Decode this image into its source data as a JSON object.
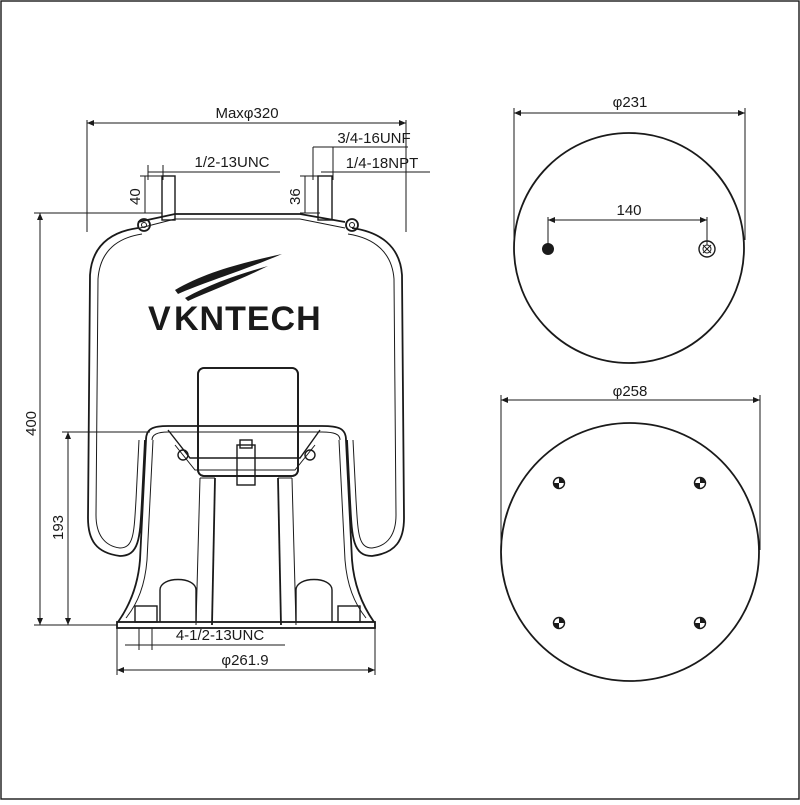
{
  "brand": {
    "logo_text": "KNTECH",
    "logo_initial": "V"
  },
  "side_view": {
    "max_width_label": "Maxφ320",
    "thread_left_label": "1/2-13UNC",
    "thread_right_top_label": "3/4-16UNF",
    "thread_right_bottom_label": "1/4-18NPT",
    "stud_left_height_label": "40",
    "stud_right_height_label": "36",
    "total_height_label": "400",
    "piston_height_label": "193",
    "bottom_thread_label": "4-1/2-13UNC",
    "base_diameter_label": "φ261.9"
  },
  "top_plate": {
    "diameter_label": "φ231",
    "stud_spacing_label": "140"
  },
  "bottom_plate": {
    "diameter_label": "φ258"
  },
  "colors": {
    "line": "#1a1a1a",
    "background": "#ffffff"
  }
}
